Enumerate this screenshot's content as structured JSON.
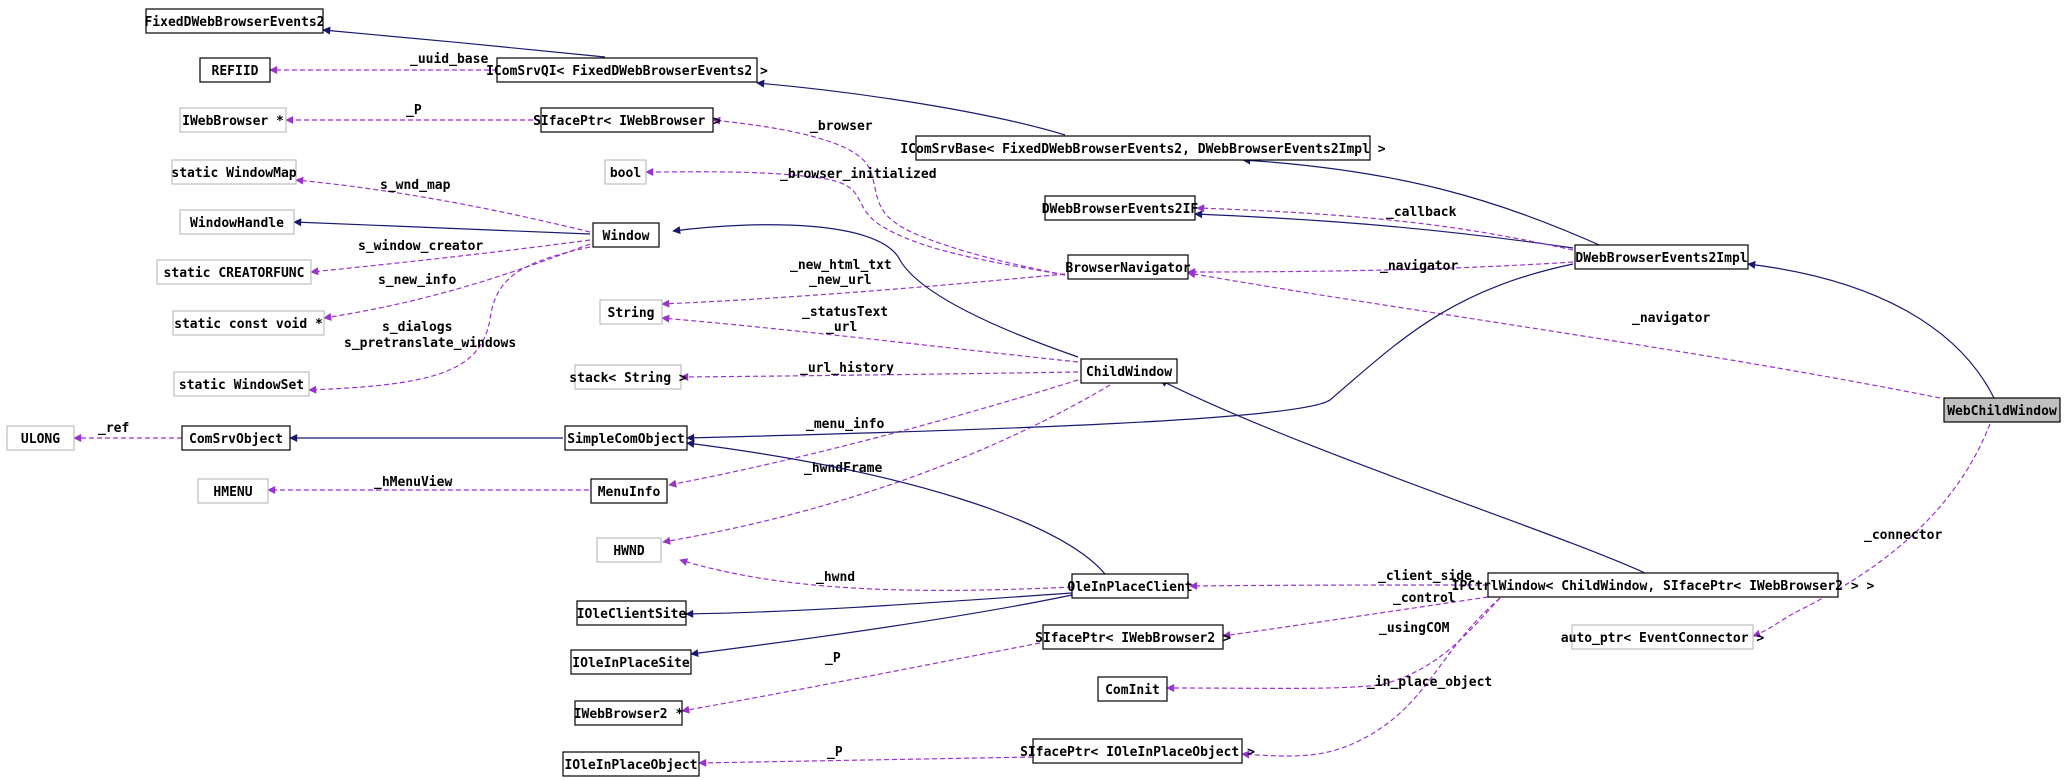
{
  "colors": {
    "inheritance": "#191970",
    "usage": "#9a32cd",
    "node_border": "#000000",
    "external_border": "#bfbfbf",
    "focus_fill": "#bfbfbf"
  },
  "nodes": {
    "fixed_dweb_browser_events2": {
      "label": "FixedDWebBrowserEvents2",
      "style": "normal"
    },
    "refiid": {
      "label": "REFIID",
      "style": "normal"
    },
    "icomsrvqi": {
      "label": "IComSrvQI< FixedDWebBrowserEvents2 >",
      "style": "normal"
    },
    "iwebbrowser_ptr": {
      "label": "IWebBrowser *",
      "style": "external"
    },
    "sifaceptr_iwebbrowser": {
      "label": "SIfacePtr< IWebBrowser >",
      "style": "normal"
    },
    "bool": {
      "label": "bool",
      "style": "external"
    },
    "icomsrvbase": {
      "label": "IComSrvBase< FixedDWebBrowserEvents2, DWebBrowserEvents2Impl >",
      "style": "normal"
    },
    "static_windowmap": {
      "label": "static WindowMap",
      "style": "external"
    },
    "windowhandle": {
      "label": "WindowHandle",
      "style": "external"
    },
    "window": {
      "label": "Window",
      "style": "normal"
    },
    "dwebbrowserevents2if": {
      "label": "DWebBrowserEvents2IF",
      "style": "normal"
    },
    "dwebbrowserevents2impl": {
      "label": "DWebBrowserEvents2Impl",
      "style": "normal"
    },
    "static_creatorfunc": {
      "label": "static CREATORFUNC",
      "style": "external"
    },
    "browsernavigator": {
      "label": "BrowserNavigator",
      "style": "normal"
    },
    "static_const_void": {
      "label": "static const void *",
      "style": "external"
    },
    "string": {
      "label": "String",
      "style": "external"
    },
    "stack_string": {
      "label": "stack< String >",
      "style": "external"
    },
    "static_windowset": {
      "label": "static WindowSet",
      "style": "external"
    },
    "childwindow": {
      "label": "ChildWindow",
      "style": "normal"
    },
    "webchildwindow": {
      "label": "WebChildWindow",
      "style": "focus"
    },
    "ulong": {
      "label": "ULONG",
      "style": "external"
    },
    "comsrvobject": {
      "label": "ComSrvObject",
      "style": "normal"
    },
    "simplecomobject": {
      "label": "SimpleComObject",
      "style": "normal"
    },
    "hmenu": {
      "label": "HMENU",
      "style": "external"
    },
    "menuinfo": {
      "label": "MenuInfo",
      "style": "normal"
    },
    "hwnd": {
      "label": "HWND",
      "style": "external"
    },
    "oleinplaceclient": {
      "label": "OleInPlaceClient",
      "style": "normal"
    },
    "ipctrlwindow": {
      "label": "IPCtrlWindow< ChildWindow, SIfacePtr< IWebBrowser2 > >",
      "style": "normal"
    },
    "ioleclientsite": {
      "label": "IOleClientSite",
      "style": "normal"
    },
    "sifaceptr_iwebbrowser2": {
      "label": "SIfacePtr< IWebBrowser2 >",
      "style": "normal"
    },
    "auto_ptr_eventconnector": {
      "label": "auto_ptr< EventConnector >",
      "style": "external"
    },
    "ioleinplacesite": {
      "label": "IOleInPlaceSite",
      "style": "normal"
    },
    "cominit": {
      "label": "ComInit",
      "style": "normal"
    },
    "iwebbrowser2_ptr": {
      "label": "IWebBrowser2 *",
      "style": "normal"
    },
    "sifaceptr_ioleinplaceobject": {
      "label": "SIfacePtr< IOleInPlaceObject >",
      "style": "normal"
    },
    "ioleinplaceobject": {
      "label": "IOleInPlaceObject",
      "style": "normal"
    }
  },
  "edges": {
    "e01": {
      "kind": "inheritance"
    },
    "e02": {
      "kind": "usage",
      "label": "_uuid_base"
    },
    "e03": {
      "kind": "usage",
      "label": "_P"
    },
    "e04": {
      "kind": "inheritance"
    },
    "e05": {
      "kind": "usage",
      "label": "_browser"
    },
    "e06": {
      "kind": "usage",
      "label": "_browser_initialized"
    },
    "e07": {
      "kind": "usage",
      "label": "s_wnd_map"
    },
    "e08": {
      "kind": "inheritance"
    },
    "e09": {
      "kind": "usage",
      "label": "s_window_creator"
    },
    "e10": {
      "kind": "usage",
      "label": "s_new_info"
    },
    "e11": {
      "kind": "usage",
      "label": "s_dialogs\ns_pretranslate_windows"
    },
    "e12": {
      "kind": "inheritance"
    },
    "e13": {
      "kind": "inheritance"
    },
    "e14": {
      "kind": "usage",
      "label": "_callback"
    },
    "e15": {
      "kind": "usage",
      "label": "_navigator"
    },
    "e16": {
      "kind": "usage",
      "label": "_new_html_txt\n_new_url"
    },
    "e17": {
      "kind": "inheritance"
    },
    "e18": {
      "kind": "inheritance"
    },
    "e19": {
      "kind": "usage",
      "label": "_navigator"
    },
    "e20": {
      "kind": "usage",
      "label": "_statusText\n_url"
    },
    "e21": {
      "kind": "usage",
      "label": "_url_history"
    },
    "e22": {
      "kind": "usage",
      "label": "_menu_info"
    },
    "e23": {
      "kind": "usage",
      "label": "_hwndFrame"
    },
    "e24": {
      "kind": "usage",
      "label": "_ref"
    },
    "e25": {
      "kind": "inheritance"
    },
    "e26": {
      "kind": "usage",
      "label": "_hMenuView"
    },
    "e27": {
      "kind": "inheritance"
    },
    "e28": {
      "kind": "usage",
      "label": "_hwnd"
    },
    "e29": {
      "kind": "inheritance"
    },
    "e30": {
      "kind": "inheritance"
    },
    "e31": {
      "kind": "inheritance"
    },
    "e32": {
      "kind": "usage",
      "label": "_client_side"
    },
    "e33": {
      "kind": "inheritance"
    },
    "e34": {
      "kind": "usage",
      "label": "_control"
    },
    "e35": {
      "kind": "usage",
      "label": "_P"
    },
    "e36": {
      "kind": "usage",
      "label": "_usingCOM"
    },
    "e37": {
      "kind": "usage",
      "label": "_connector"
    },
    "e38": {
      "kind": "usage",
      "label": "_in_place_object"
    },
    "e39": {
      "kind": "usage",
      "label": "_P"
    }
  }
}
